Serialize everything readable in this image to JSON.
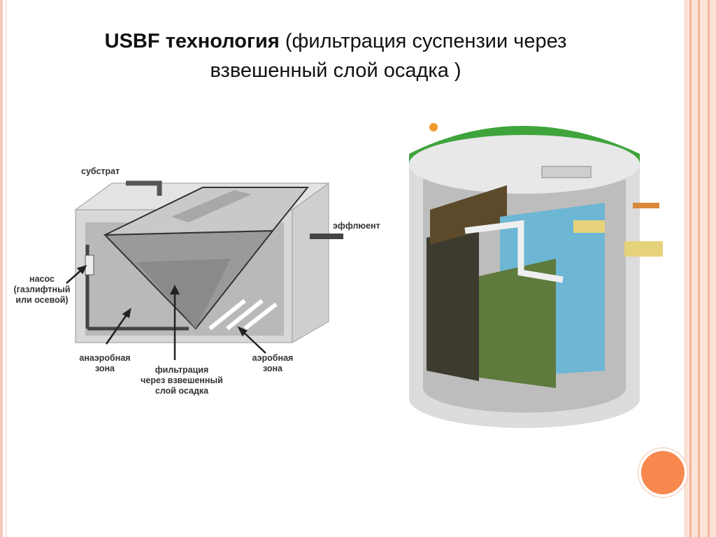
{
  "slide": {
    "title_bold": "USBF технология",
    "title_rest_line1": " (фильтрация суспензии через",
    "title_line2": "взвешенный слой осадка )"
  },
  "diagram": {
    "labels": {
      "substrate": "субстрат",
      "effluent": "эффлюент",
      "pump_line1": "насос",
      "pump_line2": "(газлифтный",
      "pump_line3": "или осевой)",
      "anaerobic_line1": "анаэробная",
      "anaerobic_line2": "зона",
      "filtration_line1": "фильтрация",
      "filtration_line2": "через взвешенный",
      "filtration_line3": "слой осадка",
      "aerobic_line1": "аэробная",
      "aerobic_line2": "зона"
    }
  },
  "colors": {
    "accent_orange": "#f7894f",
    "frame_peach": "#fbe3d6",
    "lid_green": "#3fa43c",
    "water_blue": "#6db6d4",
    "sludge_green": "#5e7a3c"
  }
}
